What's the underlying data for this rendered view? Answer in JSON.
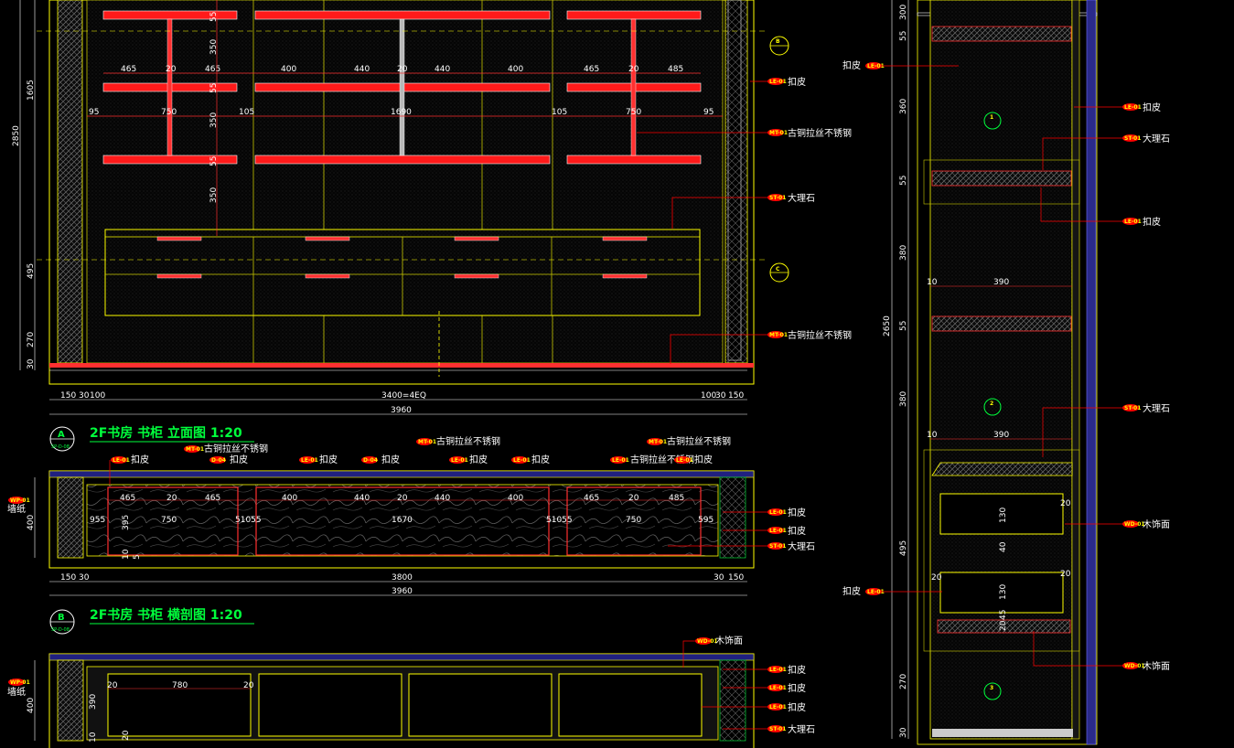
{
  "drawing": {
    "top_dims": [
      "465",
      "20",
      "465",
      "400",
      "440",
      "20",
      "440",
      "400",
      "465",
      "20",
      "485"
    ],
    "row2_dims": [
      "95",
      "750",
      "105",
      "1690",
      "105",
      "750",
      "95"
    ],
    "mid_heights": [
      "350",
      "55",
      "350",
      "55",
      "350",
      "55"
    ],
    "left_dims": [
      "1605",
      "2850",
      "495",
      "270",
      "30"
    ],
    "bottom_dims": [
      "150",
      "30",
      "100",
      "3400=4EQ",
      "100",
      "30",
      "150"
    ],
    "total_width": "3960",
    "callouts_right": [
      "扣皮",
      "古铜拉丝不锈钢",
      "大理石",
      "古铜拉丝不锈钢"
    ],
    "title_a": "2F书房 书柜 立面图 1:20",
    "title_b": "2F书房 书柜 横剖图 1:20",
    "plan_a_top_labels": [
      "古铜拉丝不锈钢",
      "扣皮",
      "古铜拉丝不锈钢",
      "扣皮",
      "扣皮",
      "古铜拉丝不锈钢",
      "扣皮",
      "扣皮",
      "扣皮",
      "古铜拉丝不锈钢",
      "扣皮"
    ],
    "plan_a_dims_top": [
      "465",
      "20",
      "465",
      "400",
      "440",
      "20",
      "440",
      "400",
      "465",
      "20",
      "485"
    ],
    "plan_a_dims_mid": [
      "955",
      "750",
      "51055",
      "1670",
      "51055",
      "750",
      "595"
    ],
    "plan_a_side": [
      "墙纸",
      "400",
      "395",
      "10",
      "5"
    ],
    "plan_a_right": [
      "扣皮",
      "扣皮",
      "大理石"
    ],
    "plan_a_bottom": [
      "150",
      "30",
      "3800",
      "30",
      "150"
    ],
    "plan_a_total": "3960",
    "plan_b_dims": [
      "20",
      "780",
      "20"
    ],
    "plan_b_side": [
      "墙纸",
      "400",
      "390",
      "10",
      "20"
    ],
    "plan_b_right": [
      "木饰面",
      "扣皮",
      "扣皮",
      "扣皮",
      "大理石"
    ],
    "section_labels_left": [
      "扣皮",
      "扣皮"
    ],
    "section_labels_right": [
      "扣皮",
      "大理石",
      "扣皮",
      "大理石",
      "木饰面",
      "木饰面"
    ],
    "section_dims": [
      "300",
      "55",
      "360",
      "55",
      "380",
      "2650",
      "55",
      "380",
      "495",
      "270",
      "30"
    ],
    "section_inner": [
      "10",
      "390",
      "10",
      "390",
      "20",
      "130",
      "40",
      "20",
      "130",
      "20",
      "20",
      "45"
    ],
    "marker_a": "A",
    "marker_b": "B",
    "marker_c": "C",
    "marker_sub": "SP-D-08",
    "detail_nums": [
      "1",
      "2",
      "3"
    ],
    "tag_codes": {
      "leather": "LE-01",
      "metal": "MT-01",
      "stone": "ST-01",
      "wood": "WD-01",
      "paper": "WP-01",
      "deco": "D-04"
    }
  },
  "colors": {
    "background": "#000000",
    "frame": "#ffff00",
    "shelf": "#ff1a1a",
    "leader": "#ff0000",
    "title": "#00ff3c",
    "dimension": "#ffffff",
    "panel": "#3a3a3a",
    "tag_fill": "#ff0000",
    "tag_text": "#ffff00",
    "steel": "#aaaaaa"
  }
}
